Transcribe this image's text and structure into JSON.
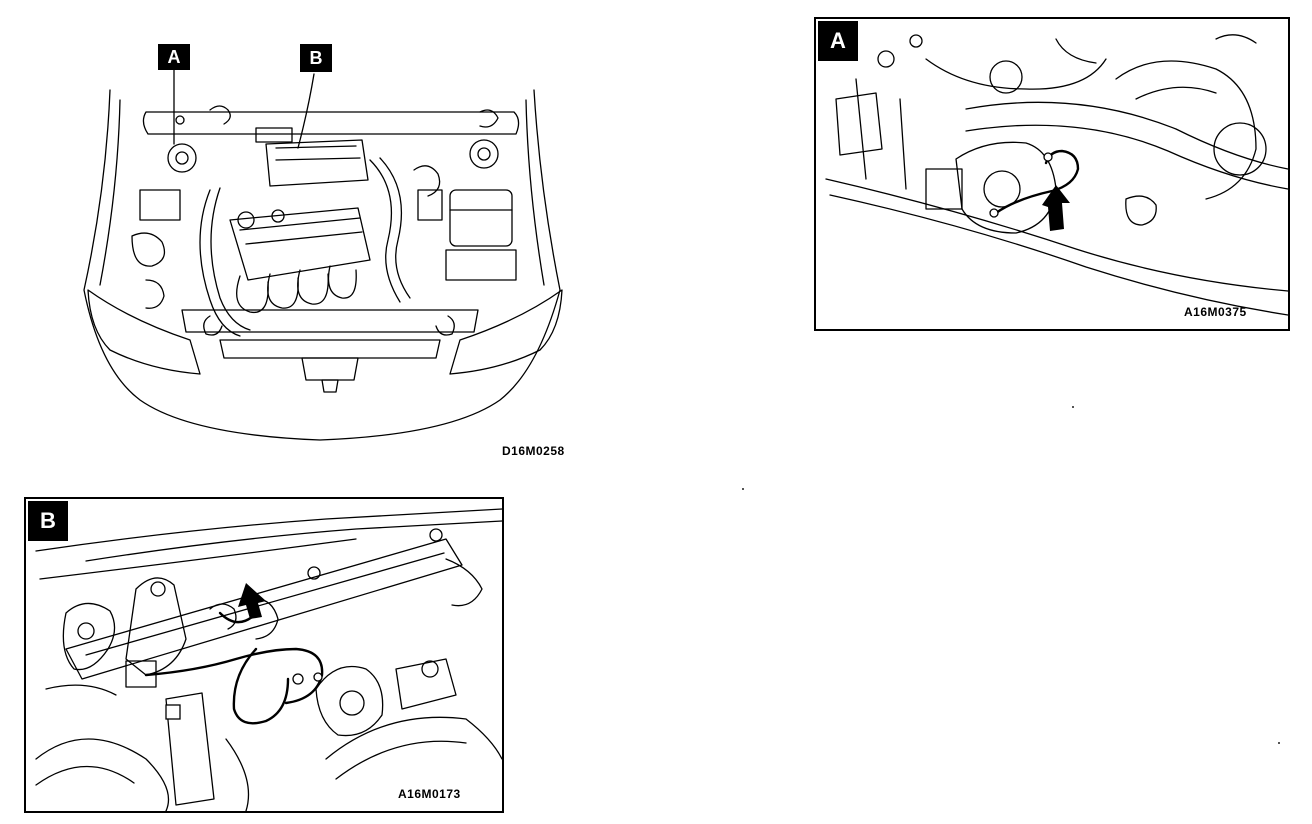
{
  "overview": {
    "callout_a": "A",
    "callout_b": "B",
    "code": "D16M0258"
  },
  "detail_a": {
    "tag": "A",
    "code": "A16M0375"
  },
  "detail_b": {
    "tag": "B",
    "code": "A16M0173"
  },
  "icons": {
    "indicator_arrow": "arrow-icon"
  }
}
